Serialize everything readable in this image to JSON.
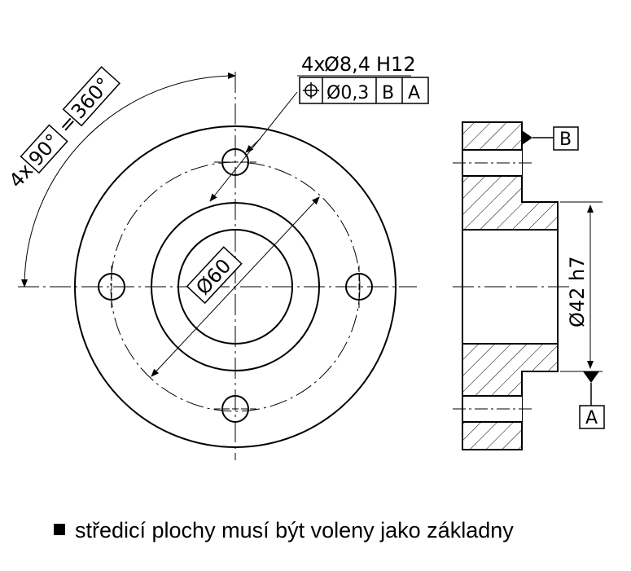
{
  "labels": {
    "hole_count": "4x",
    "hole_dia": "Ø8,4",
    "hole_tol": "H12",
    "fcf_symbol": "⌖",
    "fcf_value": "Ø0,3",
    "fcf_datum_b": "B",
    "fcf_datum_a": "A",
    "angle_prefix": "4x",
    "angle_value": "90°",
    "angle_eq": "=",
    "angle_total": "360°",
    "pcd": "Ø60",
    "shaft_dim": "Ø42 h7",
    "datum_b": "B",
    "datum_a": "A"
  },
  "caption": {
    "text": "středicí plochy musí být voleny jako základny"
  }
}
